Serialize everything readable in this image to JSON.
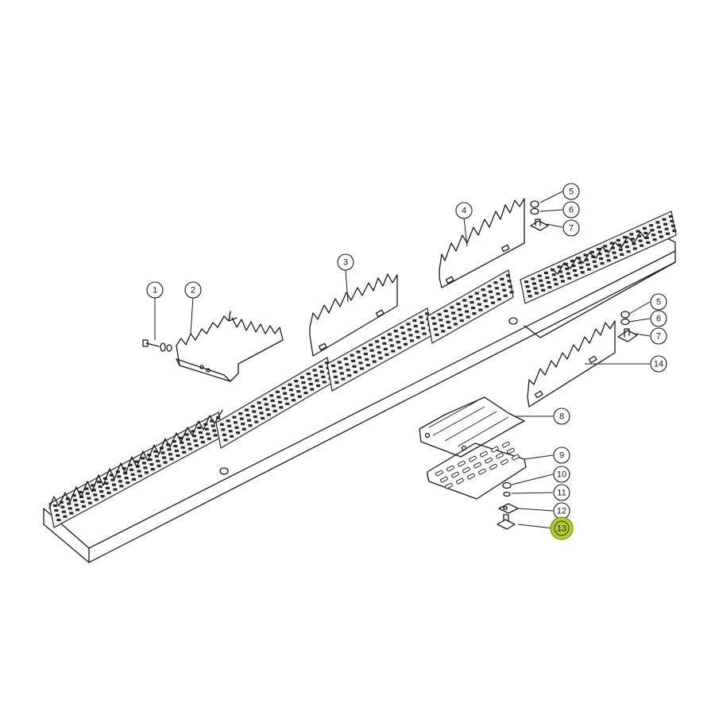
{
  "diagram": {
    "highlight_color": "#b5cf2a",
    "line_color": "#1a1a1a",
    "callouts": [
      {
        "label": "1"
      },
      {
        "label": "2"
      },
      {
        "label": "3"
      },
      {
        "label": "4"
      },
      {
        "label": "5"
      },
      {
        "label": "6"
      },
      {
        "label": "7"
      },
      {
        "label": "5"
      },
      {
        "label": "6"
      },
      {
        "label": "7"
      },
      {
        "label": "14"
      },
      {
        "label": "8"
      },
      {
        "label": "9"
      },
      {
        "label": "10"
      },
      {
        "label": "11"
      },
      {
        "label": "12"
      },
      {
        "label": "13",
        "highlighted": true
      }
    ]
  }
}
